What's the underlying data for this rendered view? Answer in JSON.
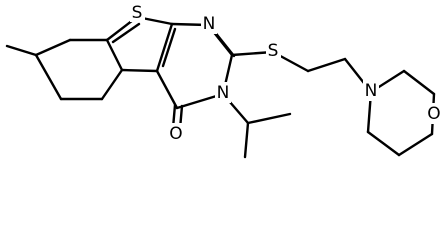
{
  "molecule": {
    "atoms": {
      "s_thiophene": "S",
      "n_pyrimidine_top": "N",
      "s_thioether": "S",
      "n_pyrimidine_bottom": "N",
      "n_morpholine": "N",
      "o_carbonyl": "O",
      "o_morpholine": "O"
    }
  }
}
